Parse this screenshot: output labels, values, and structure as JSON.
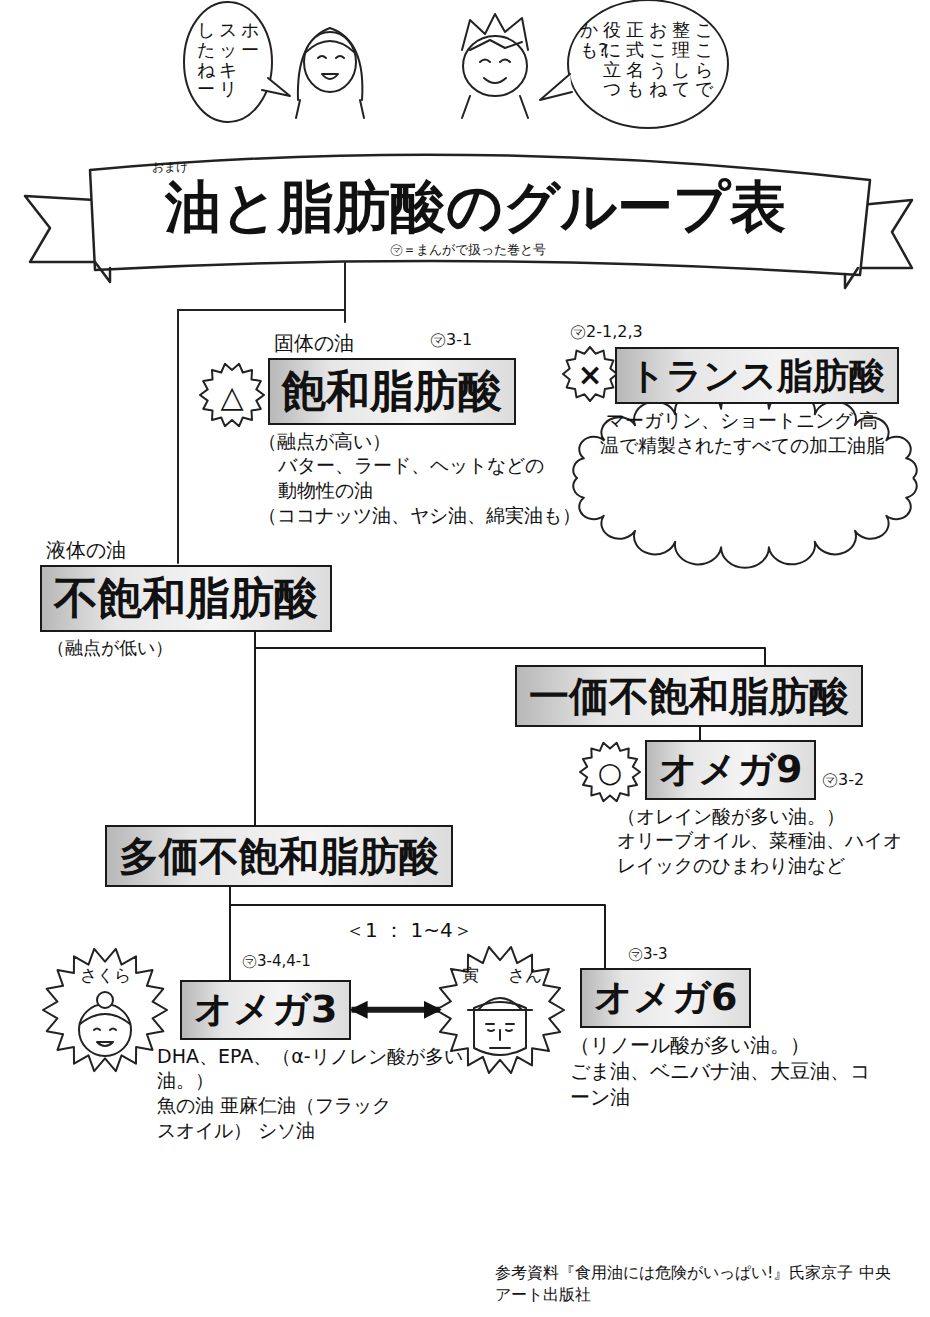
{
  "diagram": {
    "title": "油と脂肪酸のグループ表",
    "nodes": [
      {
        "text": [
          "固体の油",
          "飽和脂肪酸",
          "（融点が高い）",
          "バター、ラード、ヘットなどの 動物性の油",
          "（ココナッツ油、ヤシ油、綿実油も）"
        ]
      },
      {
        "text": [
          "トランス脂肪酸",
          "マーガリン、ショートニング 高温で精製されたすべての加工油脂"
        ]
      },
      {
        "text": [
          "液体の油",
          "不飽和脂肪酸",
          "（融点が低い）"
        ]
      },
      {
        "text": [
          "一価不飽和脂肪酸"
        ]
      },
      {
        "text": [
          "オメガ9",
          "（オレイン酸が多い油。）",
          "オリーブオイル、菜種油、ハイオレイックのひまわり油など"
        ]
      },
      {
        "text": [
          "多価不飽和脂肪酸"
        ]
      },
      {
        "text": [
          "さくら"
        ]
      },
      {
        "text": [
          "オメガ3",
          "DHA、EPA、（α-リノレン酸が多い油。）",
          "魚の油 亜麻仁油（フラックスオイル） シソ油"
        ]
      },
      {
        "text": [
          "寅",
          "さん"
        ]
      },
      {
        "text": [
          "オメガ6",
          "（リノール酸が多い油。）",
          "ごま油、ベニバナ油、大豆油、コーン油"
        ]
      }
    ],
    "edges": [
      {
        "from": 2,
        "to": 3,
        "arrow": "none"
      },
      {
        "from": 2,
        "to": 5,
        "arrow": "none"
      },
      {
        "from": 3,
        "to": 4,
        "arrow": "none"
      },
      {
        "from": 5,
        "to": 7,
        "arrow": "none"
      },
      {
        "from": 5,
        "to": 9,
        "arrow": "none"
      },
      {
        "from": 7,
        "to": 8,
        "arrow": "both"
      }
    ],
    "labels": [
      "ホー",
      "スッキリ",
      "したねー",
      "ここらで",
      "整理して",
      "おこうね",
      "正式名も",
      "役に立つ",
      "かも?",
      "おまけ",
      "㋮＝まんがで扱った巻と号",
      "㋮3-1",
      "△",
      "㋮2-1,2,3",
      "×",
      "○",
      "㋮3-2",
      "＜1 ： 1~4＞",
      "㋮3-4,4-1",
      "㋮3-3",
      "参考資料『食用油には危険がいっぱい!』氏家京子 中央アート出版社"
    ]
  }
}
